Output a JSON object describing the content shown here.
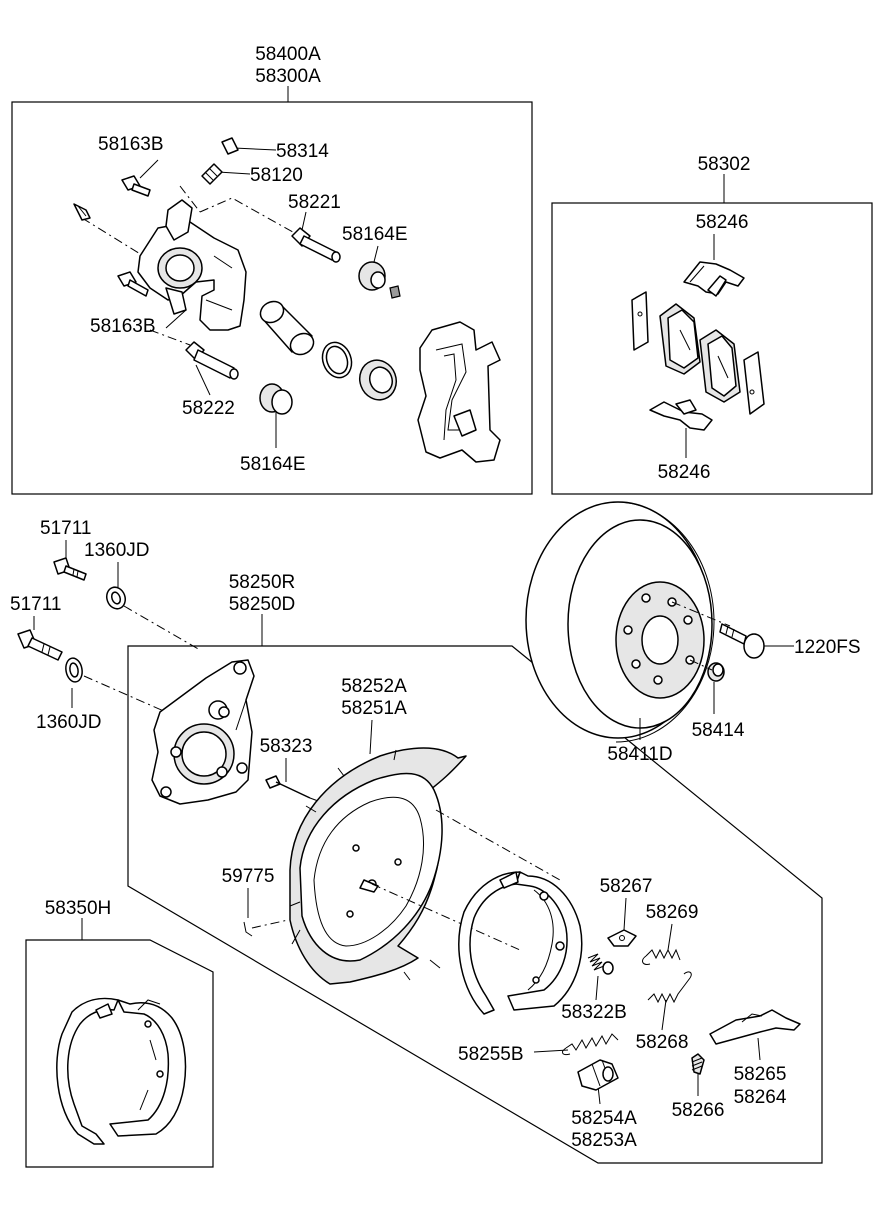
{
  "labels": {
    "p58400A": "58400A",
    "p58300A": "58300A",
    "p58163B_top": "58163B",
    "p58314": "58314",
    "p58120": "58120",
    "p58221": "58221",
    "p58164E_top": "58164E",
    "p58163B_bot": "58163B",
    "p58222": "58222",
    "p58164E_bot": "58164E",
    "p58302": "58302",
    "p58246_top": "58246",
    "p58246_bot": "58246",
    "p51711_top": "51711",
    "p1360JD_top": "1360JD",
    "p51711_bot": "51711",
    "p1360JD_bot": "1360JD",
    "p58250R": "58250R",
    "p58250D": "58250D",
    "p58252A": "58252A",
    "p58251A": "58251A",
    "p58323": "58323",
    "p1220FS": "1220FS",
    "p58414": "58414",
    "p58411D": "58411D",
    "p59775": "59775",
    "p58350H": "58350H",
    "p58267": "58267",
    "p58269": "58269",
    "p58322B": "58322B",
    "p58268": "58268",
    "p58255B": "58255B",
    "p58265": "58265",
    "p58264": "58264",
    "p58254A": "58254A",
    "p58253A": "58253A",
    "p58266": "58266"
  }
}
